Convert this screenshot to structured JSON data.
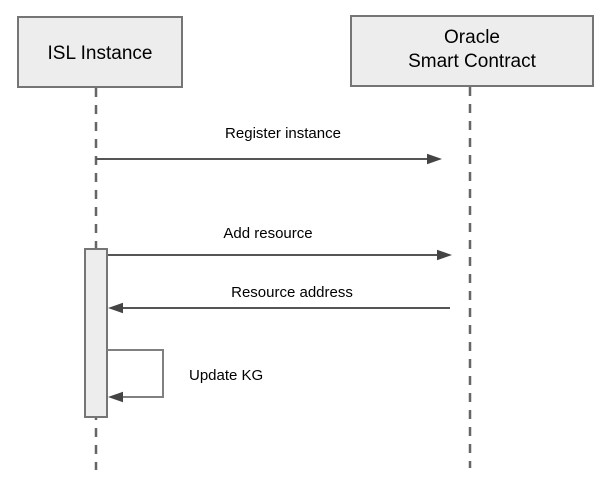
{
  "diagram": {
    "type": "uml-sequence-diagram",
    "actors": [
      {
        "id": "isl-instance",
        "label": "ISL Instance"
      },
      {
        "id": "oracle-smart-contract",
        "lines": [
          "Oracle",
          "Smart Contract"
        ]
      }
    ],
    "messages": [
      {
        "label": "Register instance",
        "from": "isl-instance",
        "to": "oracle-smart-contract",
        "kind": "arrow-right"
      },
      {
        "label": "Add resource",
        "from": "isl-instance",
        "to": "oracle-smart-contract",
        "kind": "arrow-right"
      },
      {
        "label": "Resource address",
        "from": "oracle-smart-contract",
        "to": "isl-instance",
        "kind": "arrow-left"
      },
      {
        "label": "Update KG",
        "from": "isl-instance",
        "to": "isl-instance",
        "kind": "self-arrow"
      }
    ],
    "activation": {
      "actor": "isl-instance"
    },
    "colors": {
      "background": "#ffffff",
      "actor_fill": "#ededed",
      "actor_border": "#757575",
      "lifeline": "#666666",
      "message_line": "#555555",
      "self_message_line": "#808080",
      "arrowhead": "#444444",
      "text": "#000000"
    }
  }
}
